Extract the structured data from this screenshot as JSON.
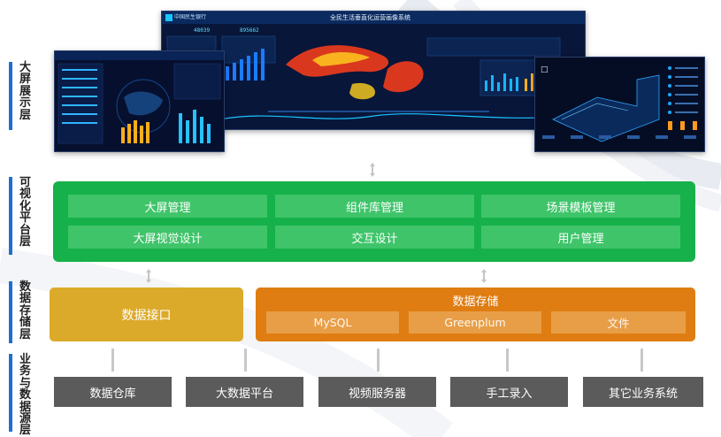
{
  "layers": [
    {
      "label": "大屏展示层"
    },
    {
      "label": "可视化平台层"
    },
    {
      "label": "数据存储层"
    },
    {
      "label": "业务与数据源层"
    }
  ],
  "screens": {
    "main_title": "全民生活垂直化运营画像系统",
    "main_logo": "中国民生银行",
    "main_stat_1": "48039",
    "main_stat_2": "895662"
  },
  "platform": {
    "items": [
      "大屏管理",
      "组件库管理",
      "场景模板管理",
      "大屏视觉设计",
      "交互设计",
      "用户管理"
    ]
  },
  "storage": {
    "interface_label": "数据接口",
    "store_title": "数据存储",
    "store_items": [
      "MySQL",
      "Greenplum",
      "文件"
    ]
  },
  "sources": {
    "items": [
      "数据仓库",
      "大数据平台",
      "视频服务器",
      "手工录入",
      "其它业务系统"
    ]
  },
  "colors": {
    "accent_blue": "#1e6fd0",
    "platform_green": "#16b14a",
    "interface_yellow": "#dcaa2a",
    "storage_orange": "#df7d12",
    "source_gray": "#5b5b5b"
  }
}
